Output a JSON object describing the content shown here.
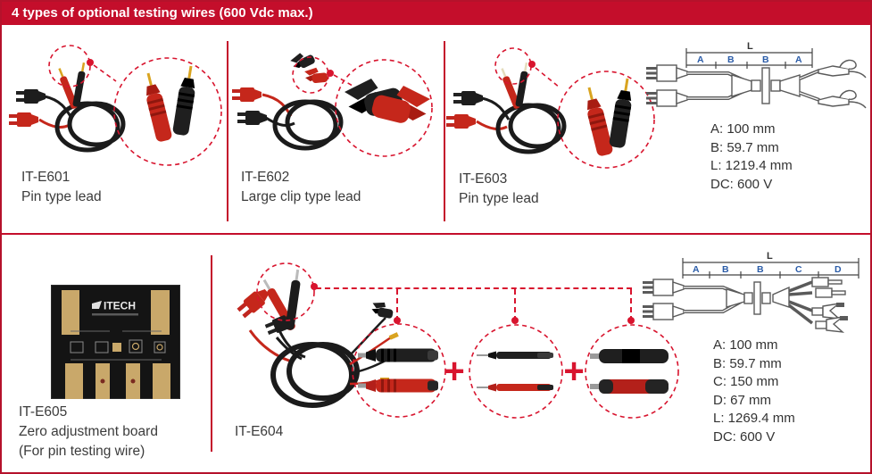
{
  "header": {
    "title": "4 types of optional testing wires (600 Vdc max.)"
  },
  "colors": {
    "accent_red": "#c40e2b",
    "dashed_red": "#d8142e",
    "label_text": "#3b3b3b",
    "dim_label_blue": "#2b5ca8"
  },
  "products": {
    "e601": {
      "model": "IT-E601",
      "desc": "Pin type lead"
    },
    "e602": {
      "model": "IT-E602",
      "desc": "Large clip type lead"
    },
    "e603": {
      "model": "IT-E603",
      "desc": "Pin type lead"
    },
    "e604": {
      "model": "IT-E604"
    },
    "e605": {
      "model": "IT-E605",
      "desc": "Zero adjustment board",
      "note": "(For pin testing wire)"
    }
  },
  "top_diagram": {
    "dim_overall": "L",
    "dims": [
      "A",
      "B",
      "B",
      "A"
    ]
  },
  "top_specs": [
    "A: 100 mm",
    "B: 59.7 mm",
    "L: 1219.4 mm",
    "DC: 600 V"
  ],
  "bottom_diagram": {
    "dim_overall": "L",
    "dims": [
      "A",
      "B",
      "B",
      "C",
      "D"
    ]
  },
  "bottom_specs": [
    "A: 100 mm",
    "B: 59.7 mm",
    "C: 150 mm",
    "D: 67 mm",
    "L: 1269.4 mm",
    "DC: 600 V"
  ],
  "plus_sign": "+",
  "board": {
    "logo": "ITECH"
  }
}
